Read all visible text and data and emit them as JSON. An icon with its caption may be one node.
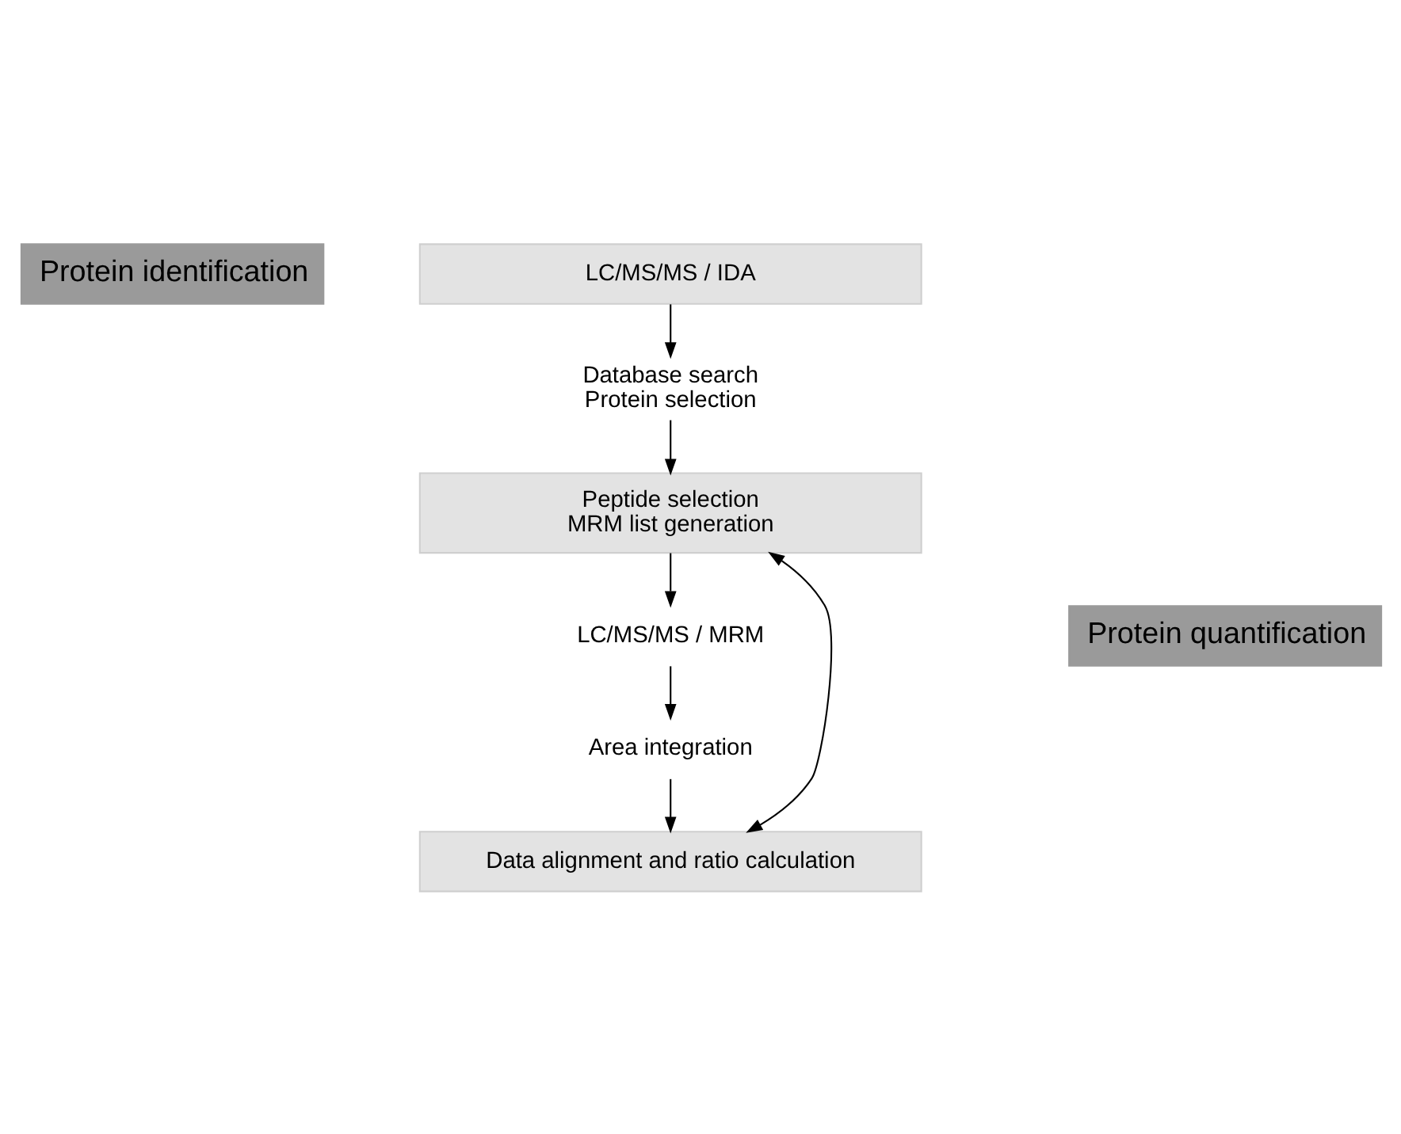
{
  "diagram": {
    "nodes": [
      {
        "text": [
          "Protein identification"
        ]
      },
      {
        "text": [
          "LC/MS/MS / IDA"
        ]
      },
      {
        "text": [
          "Database search",
          "Protein selection"
        ]
      },
      {
        "text": [
          "Peptide selection",
          "MRM list generation"
        ]
      },
      {
        "text": [
          "Protein quantification"
        ]
      },
      {
        "text": [
          "LC/MS/MS / MRM"
        ]
      },
      {
        "text": [
          "Area integration"
        ]
      },
      {
        "text": [
          "Data alignment and ratio calculation"
        ]
      }
    ],
    "edges": [
      {
        "from": 1,
        "to": 2,
        "arrow": "to"
      },
      {
        "from": 2,
        "to": 3,
        "arrow": "to"
      },
      {
        "from": 3,
        "to": 5,
        "arrow": "to"
      },
      {
        "from": 5,
        "to": 6,
        "arrow": "to"
      },
      {
        "from": 6,
        "to": 7,
        "arrow": "to"
      },
      {
        "from": 7,
        "to": 3,
        "arrow": "both"
      }
    ]
  }
}
